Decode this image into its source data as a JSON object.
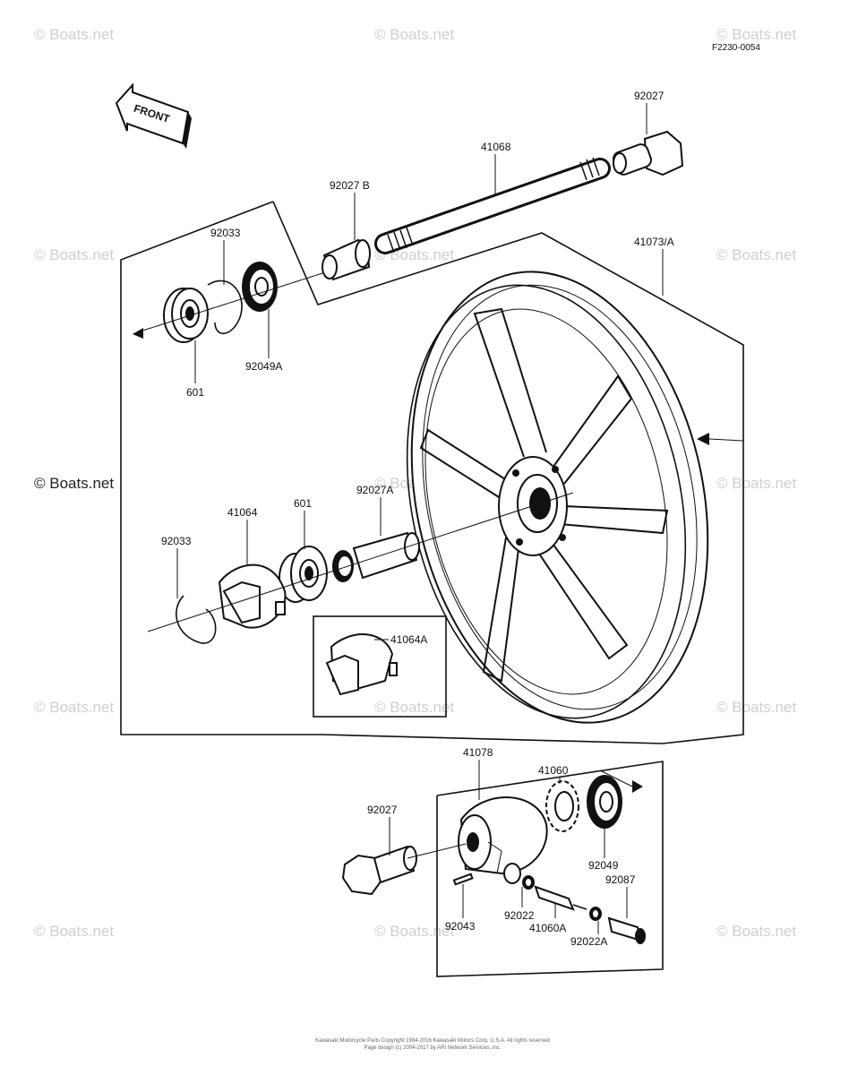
{
  "diagram_code": "F2230-0054",
  "front_label": "FRONT",
  "watermark": "© Boats.net",
  "footer_line1": "Kawasaki Motorcycle Parts Copyright 1984-2016 Kawasaki Motors Corp, U.S.A. All rights reserved",
  "footer_line2": "Page design (c) 2004-2017 by ARI Network Services, Inc.",
  "parts": {
    "p92027_top": "92027",
    "p41068": "41068",
    "p92027B": "92027 B",
    "p41073A": "41073/A",
    "p92033_top": "92033",
    "p92049A": "92049A",
    "p601_left": "601",
    "p92027A": "92027A",
    "p601_mid": "601",
    "p41064": "41064",
    "p92033_mid": "92033",
    "p41064A": "41064A",
    "p41078": "41078",
    "p41060": "41060",
    "p92027_bot": "92027",
    "p92049": "92049",
    "p92087": "92087",
    "p92043": "92043",
    "p92022": "92022",
    "p41060A": "41060A",
    "p92022A": "92022A"
  }
}
